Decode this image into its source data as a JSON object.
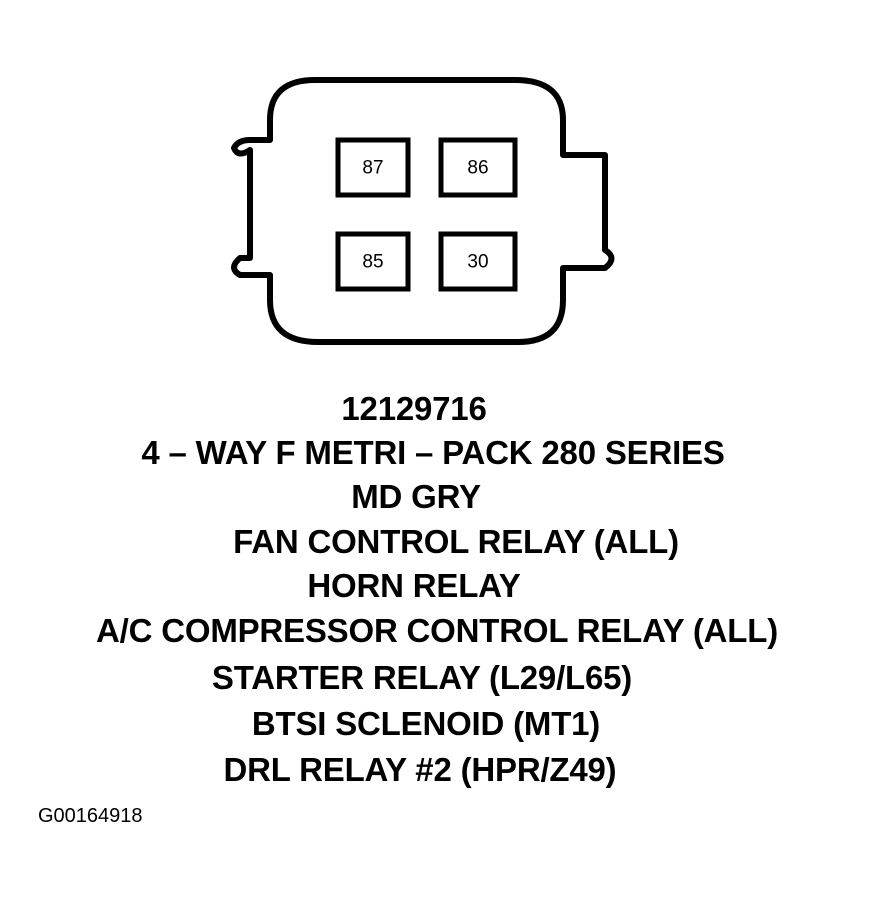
{
  "connector": {
    "pins": [
      {
        "label": "87"
      },
      {
        "label": "86"
      },
      {
        "label": "85"
      },
      {
        "label": "30"
      }
    ]
  },
  "part_number": "12129716",
  "description_lines": [
    "4 – WAY F METRI – PACK 280 SERIES",
    "MD GRY",
    "FAN CONTROL RELAY (ALL)",
    "HORN RELAY",
    "A/C COMPRESSOR CONTROL RELAY (ALL)",
    "STARTER RELAY (L29/L65)",
    "BTSI SCLENOID (MT1)",
    "DRL RELAY #2 (HPR/Z49)"
  ],
  "figure_id": "G00164918"
}
